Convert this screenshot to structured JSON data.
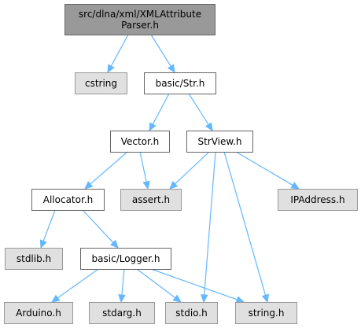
{
  "graph": {
    "colors": {
      "edge": "#63b8ff",
      "root_fill": "#999999",
      "local_fill": "#ffffff",
      "external_fill": "#e0e0e0",
      "border": "#666666"
    },
    "nodes": [
      {
        "id": "root",
        "kind": "root",
        "lines": [
          "src/dlna/xml/XMLAttribute",
          "Parser.h"
        ]
      },
      {
        "id": "cstring",
        "kind": "external",
        "lines": [
          "cstring"
        ]
      },
      {
        "id": "basic_str",
        "kind": "local",
        "lines": [
          "basic/Str.h"
        ]
      },
      {
        "id": "vector",
        "kind": "local",
        "lines": [
          "Vector.h"
        ]
      },
      {
        "id": "strview",
        "kind": "local",
        "lines": [
          "StrView.h"
        ]
      },
      {
        "id": "allocator",
        "kind": "local",
        "lines": [
          "Allocator.h"
        ]
      },
      {
        "id": "assert",
        "kind": "external",
        "lines": [
          "assert.h"
        ]
      },
      {
        "id": "ipaddress",
        "kind": "external",
        "lines": [
          "IPAddress.h"
        ]
      },
      {
        "id": "stdlib",
        "kind": "external",
        "lines": [
          "stdlib.h"
        ]
      },
      {
        "id": "logger",
        "kind": "local",
        "lines": [
          "basic/Logger.h"
        ]
      },
      {
        "id": "arduino",
        "kind": "external",
        "lines": [
          "Arduino.h"
        ]
      },
      {
        "id": "stdarg",
        "kind": "external",
        "lines": [
          "stdarg.h"
        ]
      },
      {
        "id": "stdio",
        "kind": "external",
        "lines": [
          "stdio.h"
        ]
      },
      {
        "id": "string",
        "kind": "external",
        "lines": [
          "string.h"
        ]
      }
    ],
    "edges": [
      [
        "root",
        "cstring"
      ],
      [
        "root",
        "basic_str"
      ],
      [
        "basic_str",
        "vector"
      ],
      [
        "basic_str",
        "strview"
      ],
      [
        "vector",
        "allocator"
      ],
      [
        "vector",
        "assert"
      ],
      [
        "strview",
        "assert"
      ],
      [
        "strview",
        "ipaddress"
      ],
      [
        "strview",
        "stdio"
      ],
      [
        "strview",
        "string"
      ],
      [
        "allocator",
        "stdlib"
      ],
      [
        "allocator",
        "logger"
      ],
      [
        "logger",
        "arduino"
      ],
      [
        "logger",
        "stdarg"
      ],
      [
        "logger",
        "stdio"
      ],
      [
        "logger",
        "string"
      ]
    ]
  }
}
